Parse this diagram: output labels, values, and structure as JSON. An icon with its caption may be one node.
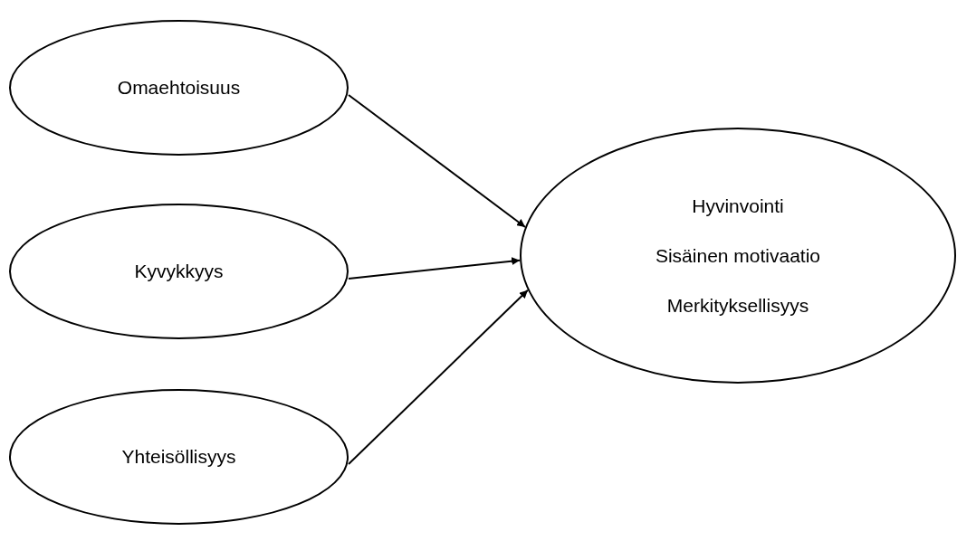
{
  "diagram": {
    "nodes": [
      {
        "text": [
          "Omaehtoisuus"
        ]
      },
      {
        "text": [
          "Kyvykkyys"
        ]
      },
      {
        "text": [
          "Yhteisöllisyys"
        ]
      },
      {
        "text": [
          "Hyvinvointi",
          "Sisäinen motivaatio",
          "Merkityksellisyys"
        ]
      }
    ],
    "edges": [
      {
        "from": 0,
        "to": 3,
        "arrow": "to"
      },
      {
        "from": 1,
        "to": 3,
        "arrow": "to"
      },
      {
        "from": 2,
        "to": 3,
        "arrow": "to"
      }
    ]
  }
}
